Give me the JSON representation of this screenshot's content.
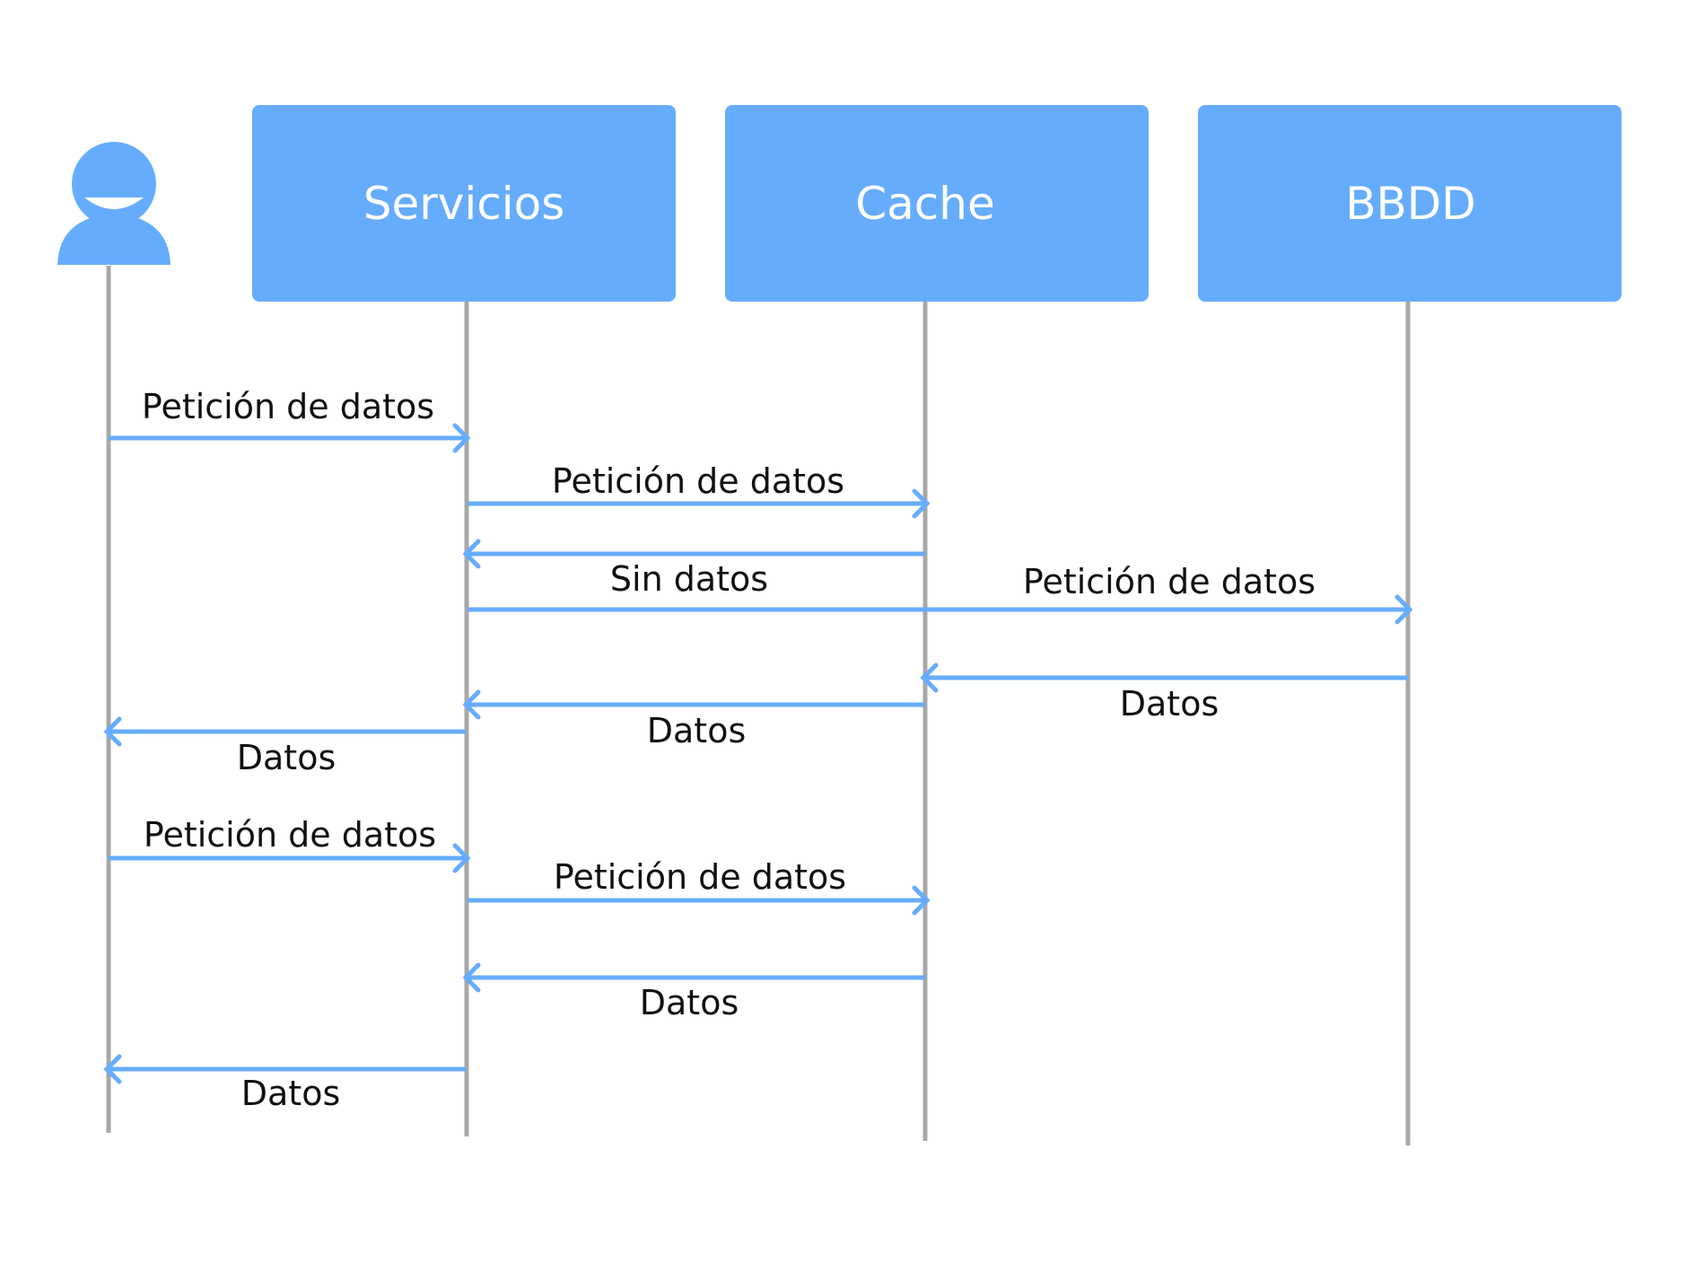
{
  "colors": {
    "box_fill": "#66ACFD",
    "arrow": "#66ACFD",
    "lifeline": "#A8A8A8",
    "text": "#111111",
    "box_text": "#FFFFFF"
  },
  "actor": {
    "icon": "user-icon"
  },
  "participants": [
    {
      "id": "servicios",
      "label": "Servicios"
    },
    {
      "id": "cache",
      "label": "Cache"
    },
    {
      "id": "bbdd",
      "label": "BBDD"
    }
  ],
  "messages": [
    {
      "from": "actor",
      "to": "servicios",
      "label": "Petición de datos"
    },
    {
      "from": "servicios",
      "to": "cache",
      "label": "Petición de datos"
    },
    {
      "from": "cache",
      "to": "servicios",
      "label": "Sin datos"
    },
    {
      "from": "servicios",
      "to": "bbdd",
      "label": "Petición de datos"
    },
    {
      "from": "bbdd",
      "to": "cache",
      "label": "Datos"
    },
    {
      "from": "cache",
      "to": "servicios",
      "label": "Datos"
    },
    {
      "from": "servicios",
      "to": "actor",
      "label": "Datos"
    },
    {
      "from": "actor",
      "to": "servicios",
      "label": "Petición de datos"
    },
    {
      "from": "servicios",
      "to": "cache",
      "label": "Petición de datos"
    },
    {
      "from": "cache",
      "to": "servicios",
      "label": "Datos"
    },
    {
      "from": "servicios",
      "to": "actor",
      "label": "Datos"
    }
  ]
}
